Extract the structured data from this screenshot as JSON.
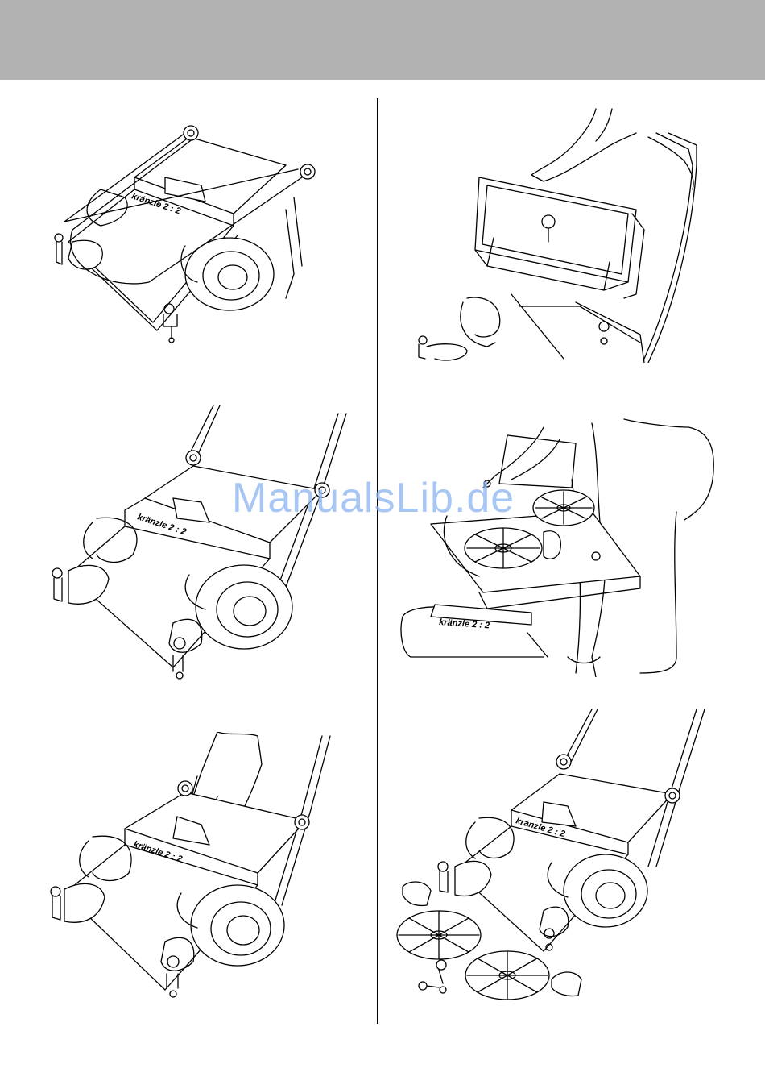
{
  "page": {
    "header_band_color": "#b2b2b2",
    "divider_color": "#000000"
  },
  "watermark": {
    "text": "ManualsLib.de",
    "color": "#8ab4f0"
  },
  "figures": [
    {
      "id": "fig-1",
      "brand_label": "kränzle 2 : 2"
    },
    {
      "id": "fig-2",
      "brand_label": ""
    },
    {
      "id": "fig-3",
      "brand_label": "kränzle 2 : 2"
    },
    {
      "id": "fig-4",
      "brand_label": "kränzle 2 : 2"
    },
    {
      "id": "fig-5",
      "brand_label": "kränzle 2 : 2"
    },
    {
      "id": "fig-6",
      "brand_label": "kränzle 2 : 2"
    }
  ]
}
